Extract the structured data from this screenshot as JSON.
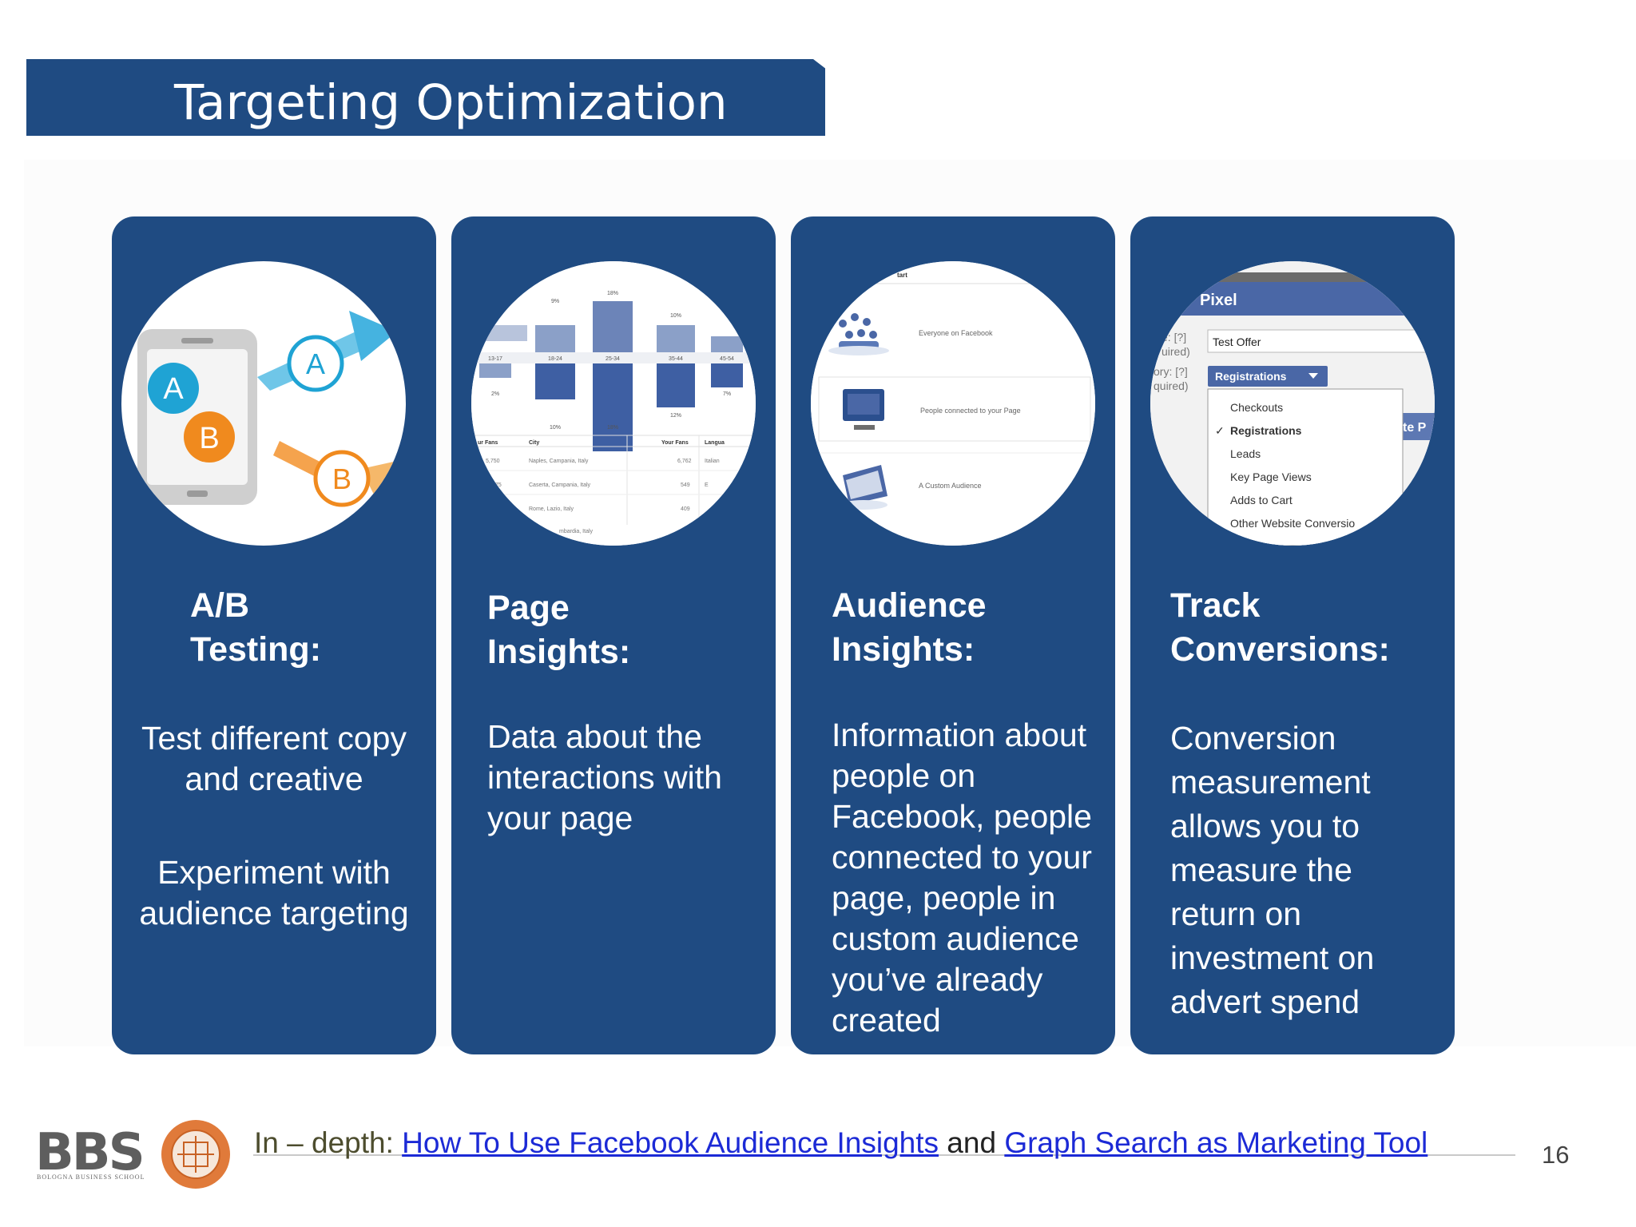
{
  "slide": {
    "title": "Targeting Optimization",
    "page_number": "16"
  },
  "cards": [
    {
      "title": "A/B\nTesting:",
      "text1": "Test different copy\nand creative",
      "text2": "Experiment with\naudience targeting",
      "image": {
        "icon": "ab-testing-phone-icon",
        "labels": [
          "A",
          "B",
          "A",
          "B"
        ],
        "colors": {
          "teal": "#1fa3d4",
          "orange": "#f08a1e"
        }
      }
    },
    {
      "title": "Page\nInsights:",
      "text": "Data about the\ninteractions with\nyour page",
      "image": {
        "icon": "page-insights-chart-icon",
        "age_labels": [
          "13-17",
          "18-24",
          "25-34",
          "35-44",
          "45-54"
        ],
        "percent_top": [
          "9%",
          "18%",
          "10%"
        ],
        "percent_mid": [
          "2%",
          "12%",
          "7%"
        ],
        "percent_bottom": [
          "10%",
          "18%"
        ],
        "table_headers": [
          "ur Fans",
          "City",
          "Your Fans",
          "Langua"
        ],
        "table_rows": [
          [
            "5,750",
            "Naples, Campania, Italy",
            "6,762",
            "Italian"
          ],
          [
            "75",
            "Caserta, Campania, Italy",
            "549",
            "E"
          ],
          [
            "",
            "Rome, Lazio, Italy",
            "409",
            ""
          ],
          [
            "",
            "mbardia, Italy",
            "",
            ""
          ]
        ]
      }
    },
    {
      "title": "Audience\nInsights:",
      "text": "Information about\npeople on\nFacebook, people\nconnected to your\npage, people in\ncustom audience\nyou’ve already\ncreated",
      "image": {
        "icon": "audience-insights-icon",
        "header": "tart",
        "options": [
          "Everyone on Facebook",
          "People connected to your Page",
          "A Custom Audience"
        ]
      }
    },
    {
      "title": "Track\nConversions:",
      "text": "Conversion\nmeasurement\nallows you to\nmeasure the\nreturn on\ninvestment on\nadvert spend",
      "image": {
        "icon": "conversion-pixel-icon",
        "header": "Pixel",
        "label1": "e: [?]",
        "label1b": "uired)",
        "label2": "ory: [?]",
        "label2b": "quired)",
        "field_value": "Test Offer",
        "select_value": "Registrations",
        "side_button": "te P",
        "options": [
          "Checkouts",
          "Registrations",
          "Leads",
          "Key Page Views",
          "Adds to Cart",
          "Other Website Conversio"
        ]
      }
    }
  ],
  "footer": {
    "logo_text": "BBS",
    "logo_subtitle": "BOLOGNA BUSINESS SCHOOL",
    "lead": "In – depth: ",
    "link1": "How To Use Facebook Audience Insights",
    "middle": " and ",
    "link2": "Graph Search as Marketing Tool"
  },
  "colors": {
    "card_blue": "#1f4b82",
    "link_blue": "#1c2ad6",
    "facebook_blue": "#4a67a6",
    "seal_orange": "#e07a3a"
  }
}
